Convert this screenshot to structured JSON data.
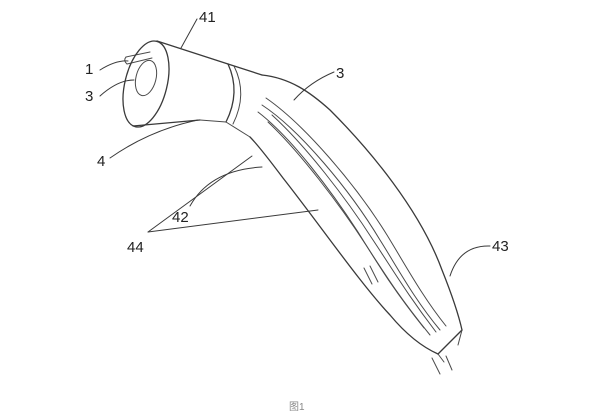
{
  "figure": {
    "labels": {
      "l1": "1",
      "l3_left": "3",
      "l4": "4",
      "l41": "41",
      "l3_top": "3",
      "l42": "42",
      "l44": "44",
      "l43": "43"
    },
    "caption": "图1"
  }
}
